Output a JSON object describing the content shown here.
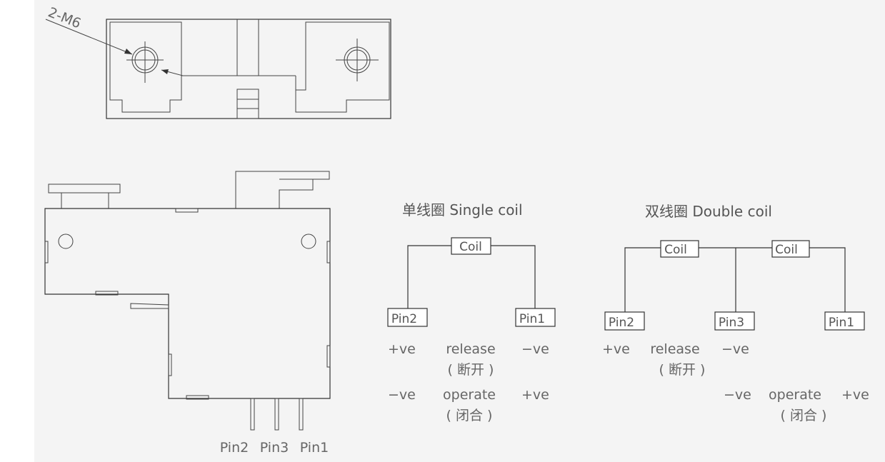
{
  "top_view": {
    "hole_callout": "2-M6"
  },
  "side_view": {
    "pin_labels": [
      "Pin2",
      "Pin3",
      "Pin1"
    ]
  },
  "single_coil": {
    "title": "单线圈 Single coil",
    "coil_label": "Coil",
    "pin_left": "Pin2",
    "pin_right": "Pin1",
    "release_row": {
      "left": "+ve",
      "action": "release",
      "right": "−ve",
      "note": "( 断开 )"
    },
    "operate_row": {
      "left": "−ve",
      "action": "operate",
      "right": "+ve",
      "note": "( 闭合 )"
    }
  },
  "double_coil": {
    "title": "双线圈 Double coil",
    "coil_left_label": "Coil",
    "coil_right_label": "Coil",
    "pin_left": "Pin2",
    "pin_mid": "Pin3",
    "pin_right": "Pin1",
    "release_row": {
      "left": "+ve",
      "action": "release",
      "right": "−ve",
      "note": "( 断开 )"
    },
    "operate_row": {
      "left": "−ve",
      "action": "operate",
      "right": "+ve",
      "note": "( 闭合 )"
    }
  }
}
